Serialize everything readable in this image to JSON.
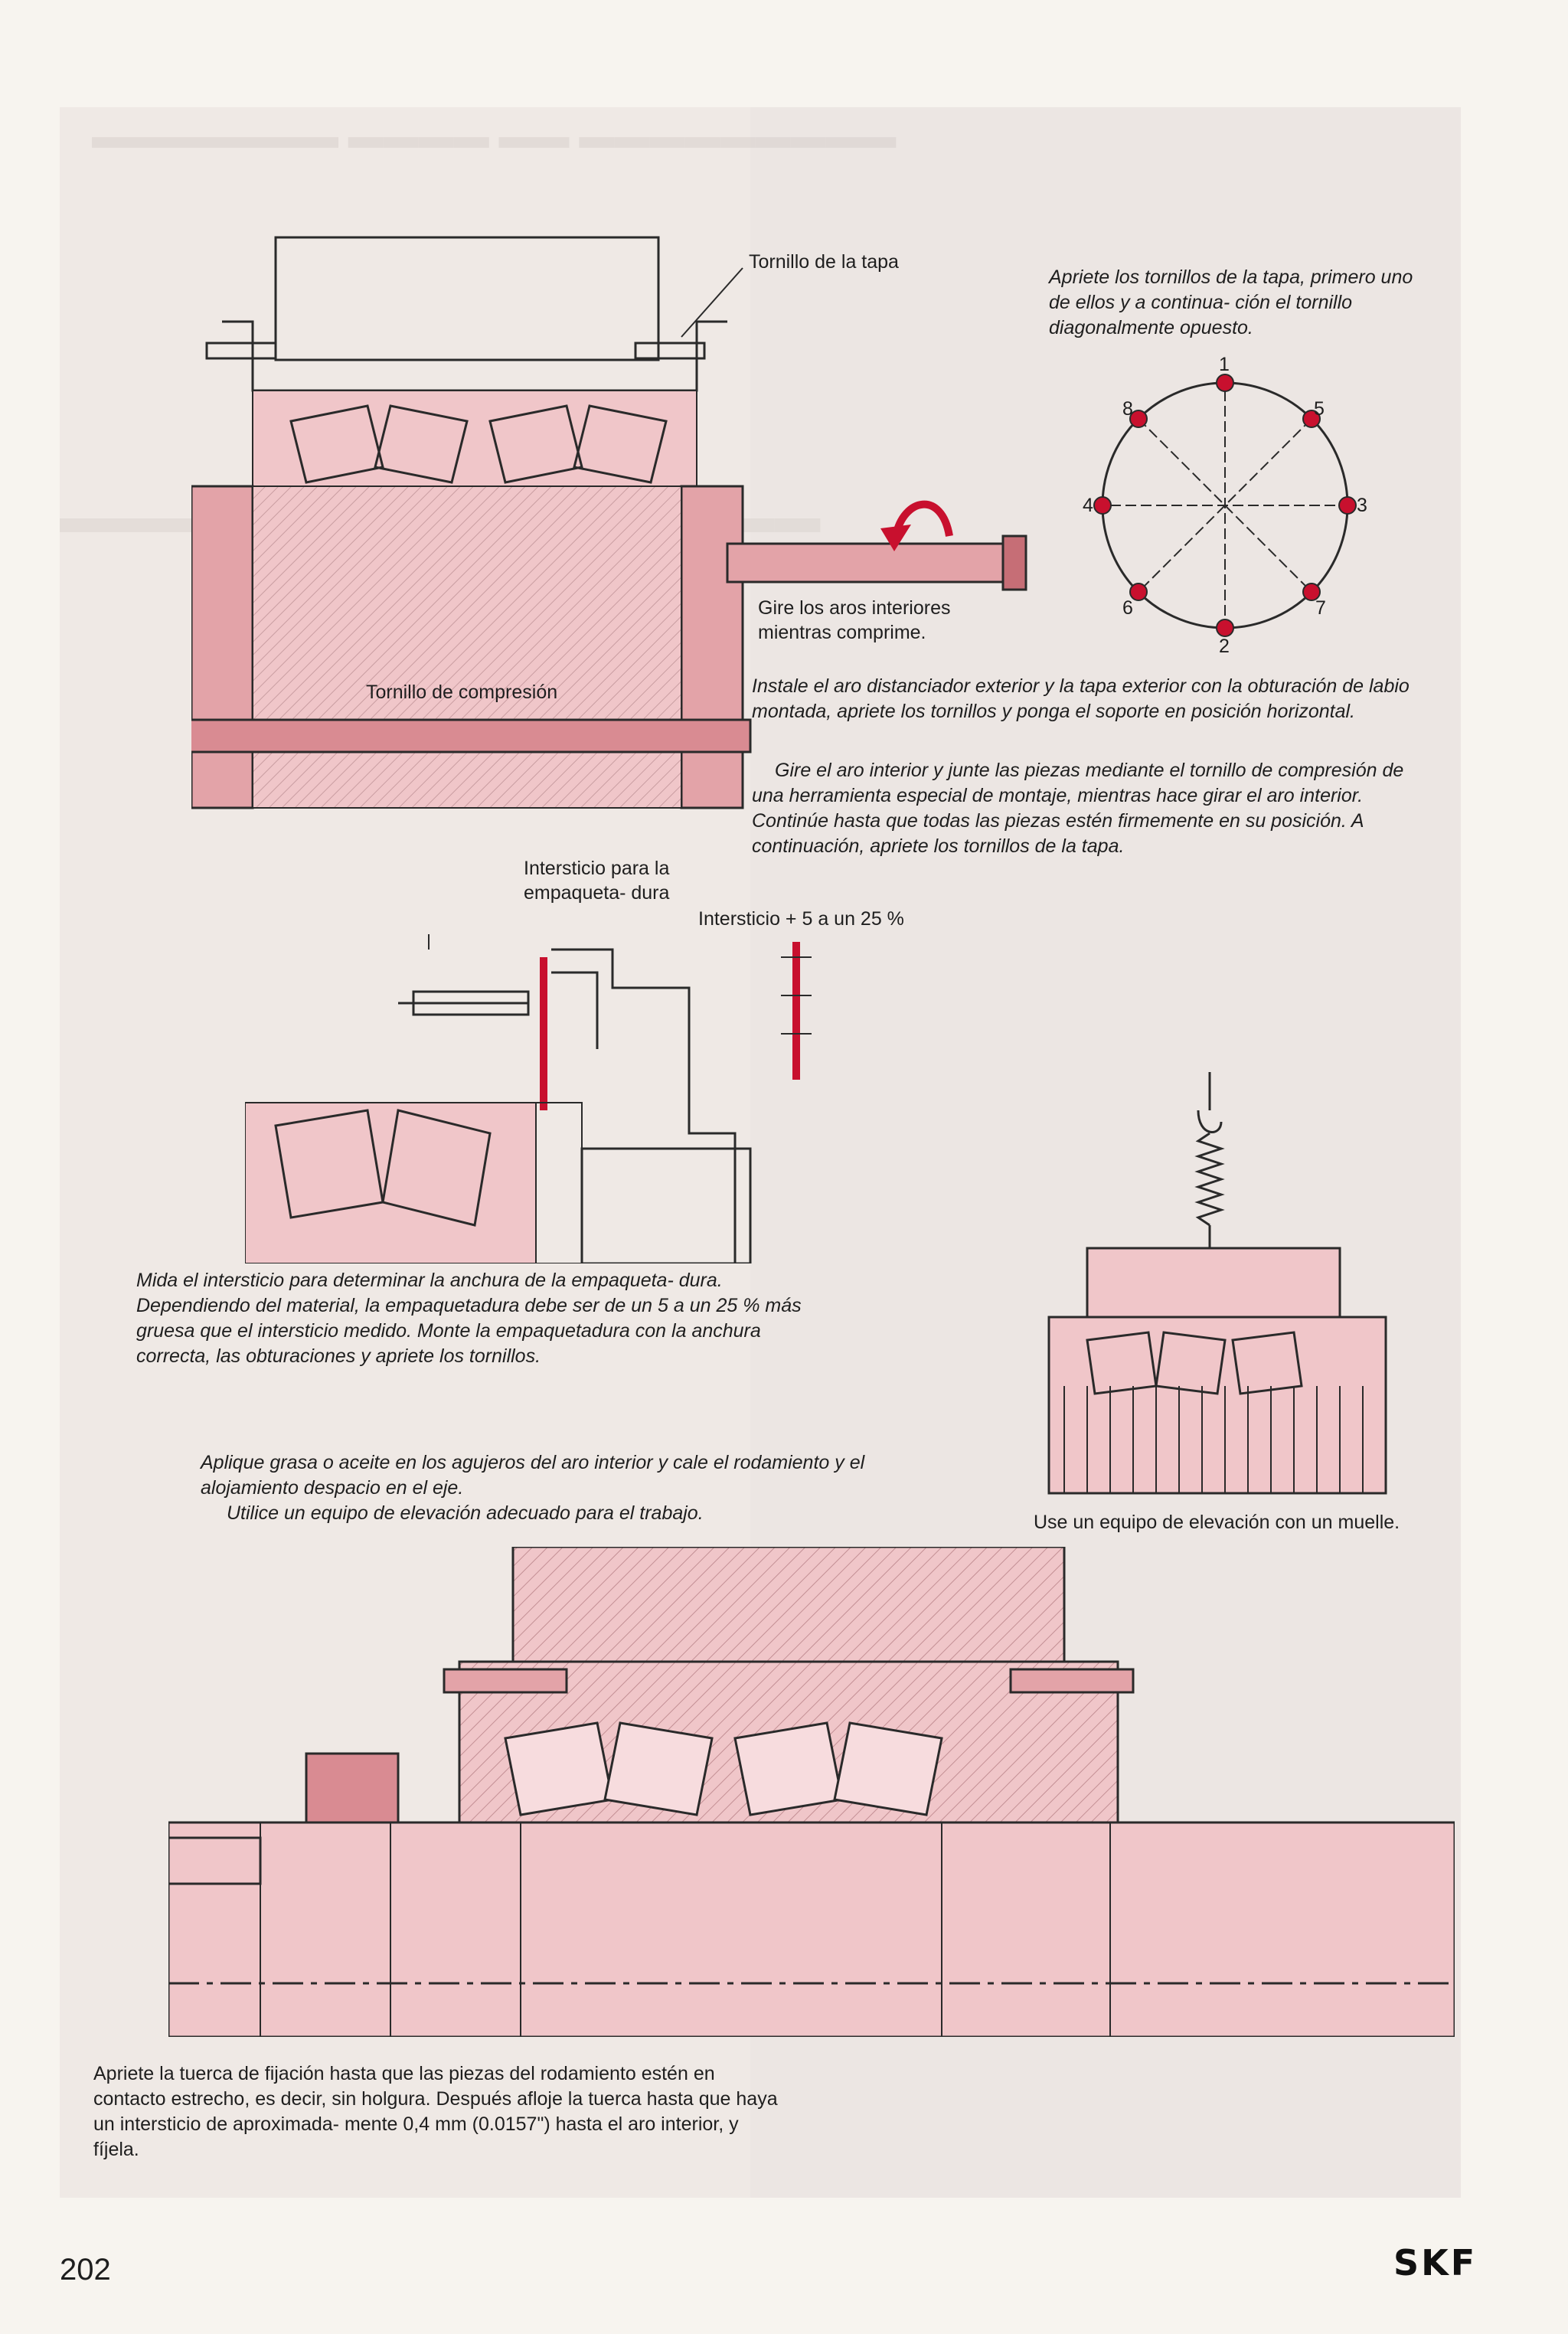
{
  "labels": {
    "tornillo_tapa": "Tornillo de la tapa",
    "gire_aros": "Gire los aros interiores mientras comprime.",
    "tornillo_compresion": "Tornillo de compresión",
    "intersticio_empaquetadura": "Intersticio para la empaqueta- dura",
    "intersticio_mas": "Intersticio + 5 a un 25 %",
    "muelle": "Use un equipo de elevación con un muelle."
  },
  "bolt_pattern": {
    "numbers": [
      "1",
      "2",
      "3",
      "4",
      "5",
      "6",
      "7",
      "8"
    ]
  },
  "captions": {
    "apriete_tornillos": "Apriete los tornillos de la tapa, primero uno de ellos y a continua- ción el tornillo diagonalmente opuesto.",
    "instale_p1": "Instale el aro distanciador exterior y la tapa exterior con la obturación de labio montada, apriete los tornillos y ponga el soporte en posición horizontal.",
    "instale_p2": "Gire el aro interior y junte las piezas mediante el tornillo de compresión de una herramienta especial de montaje, mientras hace girar el aro interior. Continúe hasta que todas las piezas estén firmemente en su posición. A continuación, apriete los tornillos de la tapa.",
    "mida": "Mida el intersticio para determinar la anchura de la empaqueta- dura. Dependiendo del material, la empaquetadura debe ser de un 5 a un 25 % más gruesa que el intersticio medido. Monte la empaquetadura con la anchura correcta, las obturaciones y apriete los tornillos.",
    "aplique_p1": "Aplique grasa o aceite en los agujeros del aro interior y cale el rodamiento y el alojamiento despacio en el eje.",
    "aplique_p2": "Utilice un equipo de elevación adecuado para el trabajo.",
    "apriete_tuerca": "Apriete la tuerca de fijación hasta que las piezas del rodamiento estén en contacto estrecho, es decir, sin holgura. Después afloje la tuerca hasta que haya un intersticio de aproximada- mente 0,4 mm (0.0157\") hasta el aro interior, y fíjela."
  },
  "footer": {
    "page_number": "202",
    "brand": "SKF"
  },
  "colors": {
    "pink": "#f0c6c9",
    "red": "#c8102e",
    "line": "#2a2a2a"
  }
}
